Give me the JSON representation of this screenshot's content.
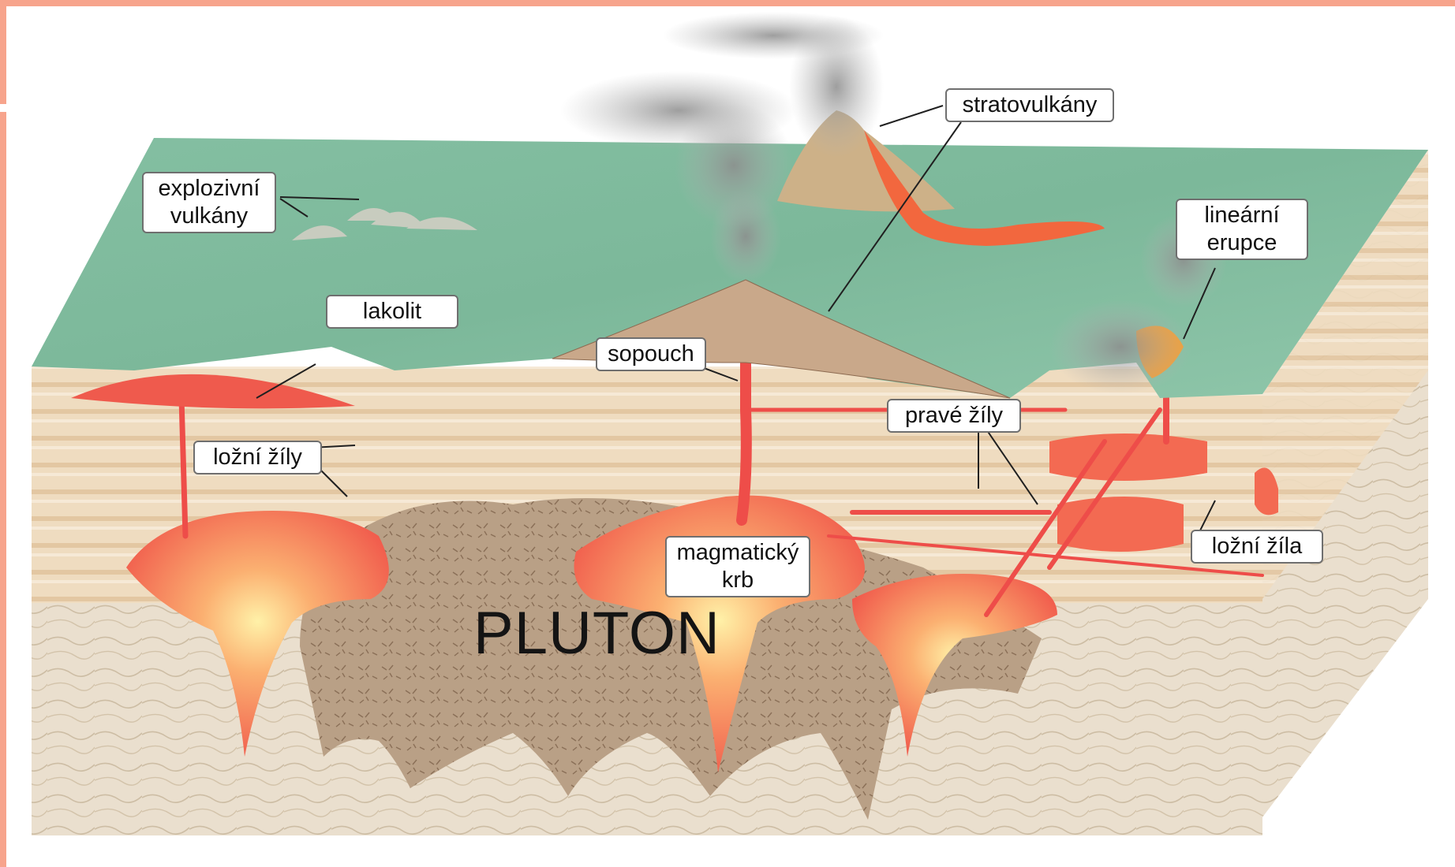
{
  "diagram": {
    "labels": {
      "stratovulkany": "stratovulkány",
      "explozivni_line1": "explozivní",
      "explozivni_line2": "vulkány",
      "linearni_line1": "lineární",
      "linearni_line2": "erupce",
      "lakolit": "lakolit",
      "sopouch": "sopouch",
      "pravle_zily": "pravé žíly",
      "lozni_zily": "ložní žíly",
      "magmaticky_line1": "magmatický",
      "magmaticky_line2": "krb",
      "lozni_zila": "ložní žíla",
      "pluton": "PLUTON"
    },
    "colors": {
      "frame": "#f7a48c",
      "terrain": "#7cb89a",
      "magma": "#f0564a",
      "pluton_rock": "#b79e83",
      "strata": "#ead6b8"
    }
  }
}
